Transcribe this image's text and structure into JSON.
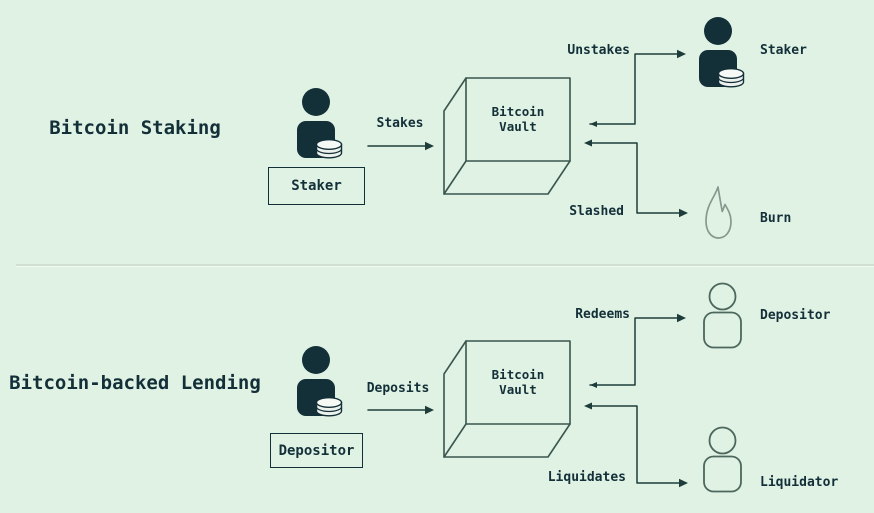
{
  "colors": {
    "background": "#dff2e4",
    "ink": "#132f38",
    "cube_stroke": "#3a564e",
    "outline_icon": "#4d675d",
    "flame_icon": "#86998e",
    "coin_fill": "#eef2ee",
    "divider": "#cfe0d3"
  },
  "sections": [
    {
      "title": "Bitcoin Staking",
      "actor_label": "Staker",
      "action_in": "Stakes",
      "vault_line1": "Bitcoin",
      "vault_line2": "Vault",
      "outcome_top": {
        "action": "Unstakes",
        "target": "Staker"
      },
      "outcome_bottom": {
        "action": "Slashed",
        "target": "Burn"
      }
    },
    {
      "title": "Bitcoin-backed Lending",
      "actor_label": "Depositor",
      "action_in": "Deposits",
      "vault_line1": "Bitcoin",
      "vault_line2": "Vault",
      "outcome_top": {
        "action": "Redeems",
        "target": "Depositor"
      },
      "outcome_bottom": {
        "action": "Liquidates",
        "target": "Liquidator"
      }
    }
  ]
}
